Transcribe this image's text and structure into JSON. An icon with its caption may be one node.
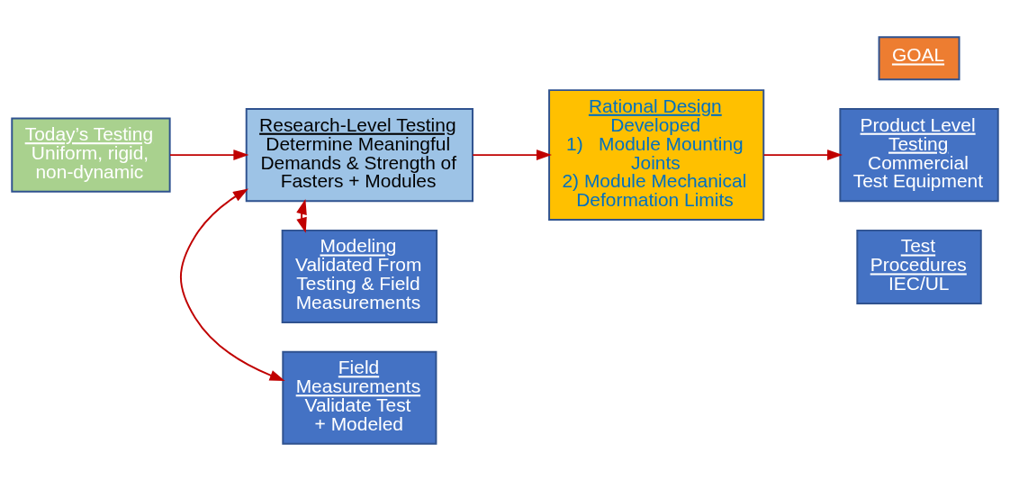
{
  "diagram": {
    "nodes": [
      {
        "text": [
          "Field Measurements",
          "Validate Test + Modeled"
        ]
      },
      {
        "text": [
          "Today’s Testing",
          "Uniform, rigid, non-dynamic"
        ]
      },
      {
        "text": [
          "Research-Level Testing",
          "Determine Meaningful Demands & Strength of Fasters + Modules"
        ]
      },
      {
        "text": [
          "Modeling",
          "Validated From Testing & Field Measurements"
        ]
      },
      {
        "text": [
          "Rational Design",
          "Developed",
          "1)   Module Mounting Joints",
          "2) Module Mechanical Deformation Limits"
        ]
      },
      {
        "text": [
          "GOAL"
        ]
      },
      {
        "text": [
          "Product Level Testing",
          "Commercial Test Equipment"
        ]
      },
      {
        "text": [
          "Test Procedures",
          "IEC/UL"
        ]
      }
    ],
    "edges": [
      {
        "from": 1,
        "to": 2,
        "arrow": "to"
      },
      {
        "from": 2,
        "to": 0,
        "arrow": "both"
      },
      {
        "from": 2,
        "to": 3,
        "arrow": "both"
      },
      {
        "from": 2,
        "to": 4,
        "arrow": "to"
      },
      {
        "from": 4,
        "to": 6,
        "arrow": "to"
      }
    ]
  }
}
